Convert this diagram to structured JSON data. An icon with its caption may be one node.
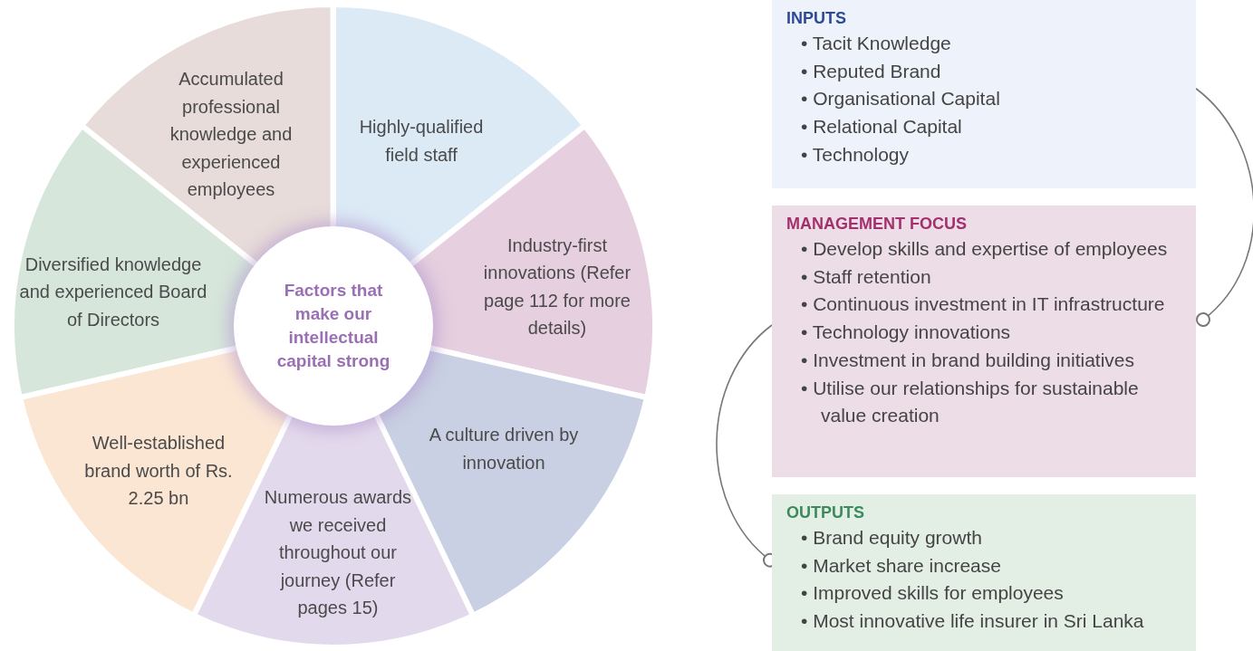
{
  "diagram": {
    "nodes": [
      {
        "text": [
          "Accumulated professional knowledge and experienced employees"
        ]
      },
      {
        "text": [
          "Highly-qualified field staff"
        ]
      },
      {
        "text": [
          "Diversified knowledge and experienced Board of Directors"
        ]
      },
      {
        "text": [
          "Factors that make our intellectual capital strong"
        ]
      },
      {
        "text": [
          "Industry-first innovations (Refer page 112 for more details)"
        ]
      },
      {
        "text": [
          "Well-established brand worth of Rs. 2.25 bn"
        ]
      },
      {
        "text": [
          "A culture driven by innovation"
        ]
      },
      {
        "text": [
          "Numerous awards we received throughout our journey (Refer pages 15)"
        ]
      },
      {
        "text": [
          "INPUTS",
          "• Tacit Knowledge",
          "• Reputed Brand",
          "• Organisational Capital",
          "• Relational Capital",
          "• Technology"
        ]
      },
      {
        "text": [
          "MANAGEMENT FOCUS",
          "• Develop skills and expertise of employees",
          "• Staff retention",
          "• Continuous investment in IT infrastructure",
          "• Technology innovations",
          "• Investment in brand building initiatives",
          "• Utilise our relationships for sustainable value creation"
        ]
      },
      {
        "text": [
          "OUTPUTS",
          "• Brand equity growth",
          "• Market share increase",
          "• Improved skills for employees",
          "• Most innovative life insurer in Sri Lanka"
        ]
      }
    ],
    "edges": [
      {
        "from": 8,
        "to": 9,
        "arrow": "other"
      },
      {
        "from": 9,
        "to": 10,
        "arrow": "other"
      }
    ]
  }
}
